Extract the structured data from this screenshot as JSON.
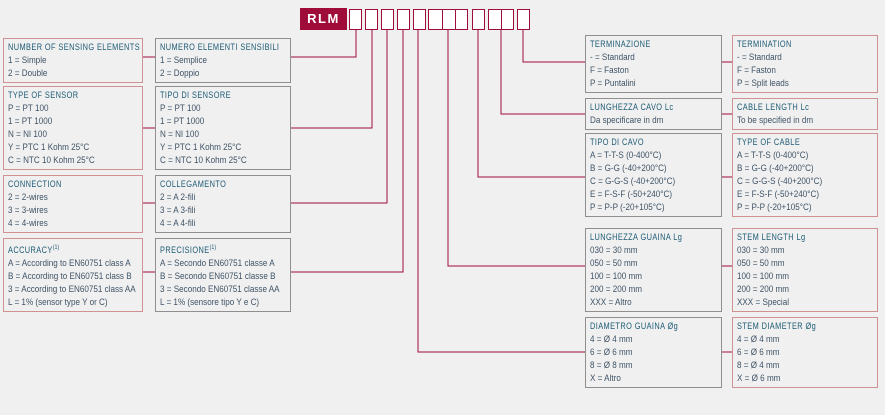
{
  "colors": {
    "accent": "#a00c3a",
    "en_border": "#cf9191",
    "it_border": "#8f8f8f",
    "header_text": "#1b5a74",
    "row_text": "#3f5366",
    "background": "#f0f0f0"
  },
  "code": {
    "prefix": "RLM"
  },
  "tables": {
    "left_en": {
      "elements": {
        "title": "NUMBER OF SENSING ELEMENTS",
        "rows": [
          "1 = Simple",
          "2 = Double"
        ]
      },
      "sensor": {
        "title": "TYPE OF SENSOR",
        "rows": [
          "P = PT 100",
          "1 = PT 1000",
          "N = NI 100",
          "Y = PTC 1 Kohm 25°C",
          "C = NTC 10 Kohm 25°C"
        ]
      },
      "connection": {
        "title": "CONNECTION",
        "rows": [
          "2 = 2-wires",
          "3 = 3-wires",
          "4 = 4-wires"
        ]
      },
      "accuracy": {
        "title": "ACCURACY",
        "sup": "(1)",
        "rows": [
          "A = According to EN60751 class A",
          "B = According to EN60751 class B",
          "3 = According to EN60751 class AA",
          "L = 1% (sensor type Y or C)"
        ]
      }
    },
    "left_it": {
      "elements": {
        "title": "NUMERO ELEMENTI SENSIBILI",
        "rows": [
          "1 = Semplice",
          "2 = Doppio"
        ]
      },
      "sensor": {
        "title": "TIPO DI SENSORE",
        "rows": [
          "P = PT 100",
          "1 = PT 1000",
          "N = NI 100",
          "Y = PTC 1 Kohm 25°C",
          "C = NTC 10 Kohm 25°C"
        ]
      },
      "connection": {
        "title": "COLLEGAMENTO",
        "rows": [
          "2 = A 2-fili",
          "3 = A 3-fili",
          "4 = A 4-fili"
        ]
      },
      "accuracy": {
        "title": "PRECISIONE",
        "sup": "(1)",
        "rows": [
          "A = Secondo EN60751 classe A",
          "B = Secondo EN60751 classe B",
          "3 = Secondo EN60751 classe AA",
          "L = 1% (sensore tipo Y e C)"
        ]
      }
    },
    "right_it": {
      "termination": {
        "title": "TERMINAZIONE",
        "rows": [
          "- = Standard",
          "F = Faston",
          "P = Puntalini"
        ]
      },
      "cable_length": {
        "title": "LUNGHEZZA CAVO Lc",
        "rows": [
          "Da specificare in dm"
        ]
      },
      "cable_type": {
        "title": "TIPO DI CAVO",
        "rows": [
          "A = T-T-S (0-400°C)",
          "B = G-G (-40+200°C)",
          "C = G-G-S (-40+200°C)",
          "E = F-S-F (-50+240°C)",
          "P = P-P (-20+105°C)"
        ]
      },
      "stem_length": {
        "title": "LUNGHEZZA GUAINA Lg",
        "rows": [
          "030 = 30 mm",
          "050 = 50 mm",
          "100 = 100 mm",
          "200 = 200 mm",
          "XXX = Altro"
        ]
      },
      "stem_diameter": {
        "title": "DIAMETRO GUAINA Øg",
        "rows": [
          "4 = Ø 4 mm",
          "6 = Ø 6 mm",
          "8 = Ø 8 mm",
          "X = Altro"
        ]
      }
    },
    "right_en": {
      "termination": {
        "title": "TERMINATION",
        "rows": [
          "- = Standard",
          "F = Faston",
          "P = Split leads"
        ]
      },
      "cable_length": {
        "title": "CABLE LENGTH Lc",
        "rows": [
          "To be specified in dm"
        ]
      },
      "cable_type": {
        "title": "TYPE OF CABLE",
        "rows": [
          "A = T-T-S (0-400°C)",
          "B = G-G (-40+200°C)",
          "C = G-G-S (-40+200°C)",
          "E = F-S-F (-50+240°C)",
          "P = P-P (-20+105°C)"
        ]
      },
      "stem_length": {
        "title": "STEM LENGTH Lg",
        "rows": [
          "030 = 30 mm",
          "050 = 50 mm",
          "100 = 100 mm",
          "200 = 200 mm",
          "XXX = Special"
        ]
      },
      "stem_diameter": {
        "title": "STEM DIAMETER Øg",
        "rows": [
          "4 = Ø 4 mm",
          "6 = Ø 6 mm",
          "8 = Ø 4 mm",
          "X = Ø 6 mm"
        ]
      }
    }
  }
}
